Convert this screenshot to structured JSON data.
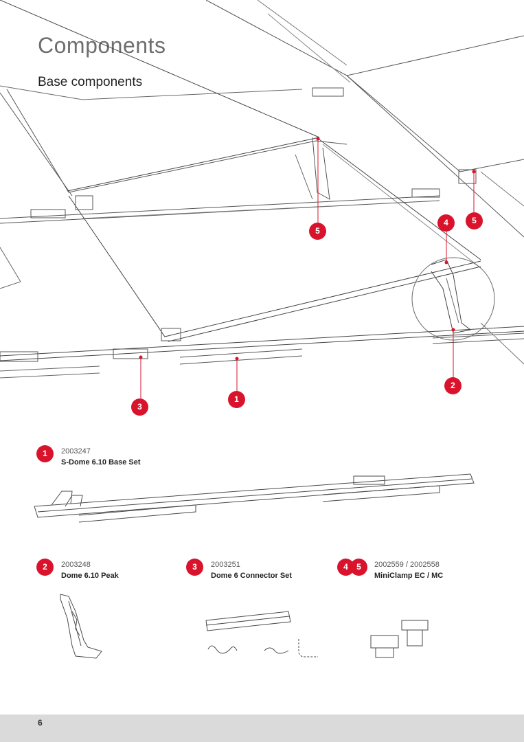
{
  "page": {
    "title": "Components",
    "subtitle": "Base components",
    "page_number": "6"
  },
  "callouts": {
    "c1": "1",
    "c2": "2",
    "c3": "3",
    "c4": "4",
    "c5a": "5",
    "c5b": "5"
  },
  "components": [
    {
      "number": "1",
      "code": "2003247",
      "name": "S-Dome 6.10 Base Set"
    },
    {
      "number": "2",
      "code": "2003248",
      "name": "Dome 6.10 Peak"
    },
    {
      "number": "3",
      "code": "2003251",
      "name": "Dome 6 Connector Set"
    },
    {
      "number_a": "4",
      "number_b": "5",
      "code": "2002559 / 2002558",
      "name": "MiniClamp EC / MC"
    }
  ],
  "colors": {
    "accent": "#d9132c",
    "line": "#4a4a4a",
    "footer": "#dadada"
  }
}
